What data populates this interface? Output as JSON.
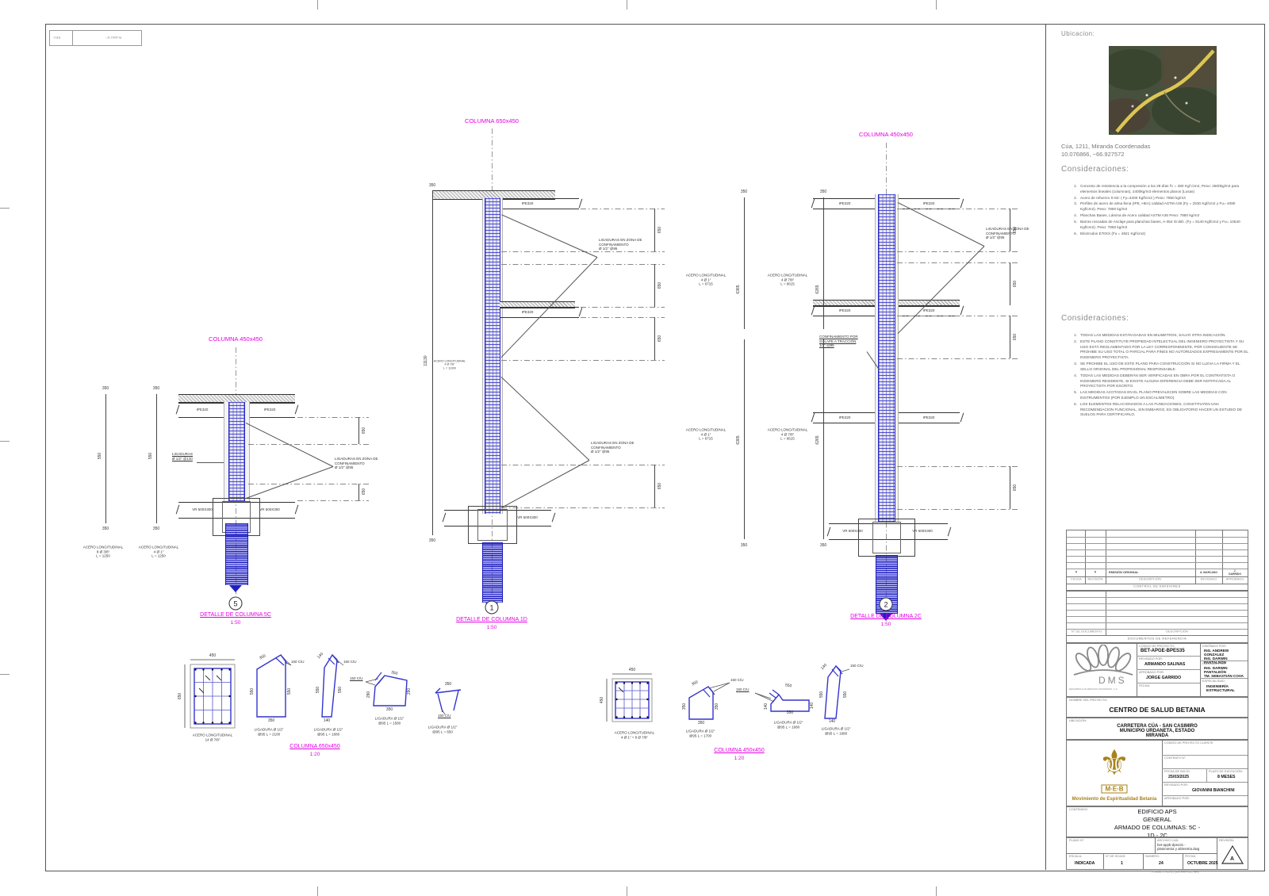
{
  "labels": {
    "ipe320": "IPE320",
    "vr": "VR 500X300",
    "d650": "650",
    "d550": "550",
    "d350": "350",
    "d140": "140",
    "d290": "290",
    "d450": "450",
    "d6365": "6365",
    "d6265": "6265",
    "d11130": "11130",
    "hook": "150 C/U",
    "scale50": "1:50",
    "scale20": "1:20"
  },
  "c5": {
    "title": "COLUMNA 450x450",
    "caption": "DETALLE DE COLUMNA 5C",
    "bubble": "5",
    "acero_a": "ACERO LONGITUDINAL\n8 Ø 3/8\"\nL = 1250",
    "acero_b": "ACERO LONGITUDINAL\n4 Ø 1\"\nL = 1250",
    "ligaduras": "LIGADURAS\nØ 1/2\" @130",
    "confin": "LIGADURAS EN ZONA DE\nCONFINAMIENTO\nØ 1/2\" @95"
  },
  "c1": {
    "title": "COLUMNA 650x450",
    "caption": "DETALLE DE COLUMNA 1D",
    "bubble": "1",
    "acero": "ACERO LONGITUDINAL\n4 Ø 7/8\"\nL = 11000",
    "confin": "LIGADURAS EN ZONA DE\nCONFINAMIENTO\nØ 1/2\" @95"
  },
  "c2": {
    "title": "COLUMNA 450x450",
    "caption": "DETALLE DE COLUMNA 2C",
    "bubble": "2",
    "acero_a": "ACERO LONGITUDINAL\n4 Ø 1\"\nL = 6715",
    "acero_b": "ACERO LONGITUDINAL\n4 Ø 7/8\"\nL = 6615",
    "confin": "LIGADURAS EN ZONA DE\nCONFINAMIENTO\nØ 1/2\" @95",
    "solape": "CONFINAMIENTO POR\nSOLAPE A TRACCIÓN\n1/2\" @95"
  },
  "s650": {
    "title": "COLUMNA 650x450",
    "acero": "ACERO LONGITUDINAL\n14 Ø 7/8\"",
    "lig1": "LIGADURA Ø 1/2\"\n@95 L = 2100",
    "lig2": "LIGADURA Ø 1/2\"\n@95 L = 1680",
    "lig3": "LIGADURA Ø 1/2\"\n@95 L = 1580",
    "lig4": "LIGADURA Ø 1/2\"\n@95 L = 650"
  },
  "s450": {
    "title": "COLUMNA 450x450",
    "acero": "ACERO LONGITUDINAL\n4 Ø 1\" + 8 Ø 7/8\"",
    "lig1": "LIGADURA Ø 1/2\"\n@95 L = 1700",
    "lig2": "LIGADURA Ø 1/2\"\n@95 L = 1680",
    "lig3": "LIGADURA Ø 1/2\"\n@95 L = 1680"
  },
  "panel": {
    "ubicacion_label": "Ubicacion:",
    "address": "Cúa, 1211, Miranda Coordenadas\n10.076866, −66.927572",
    "consid_title": "Consideraciones:",
    "consid1": [
      {
        "n": "1.",
        "t": "Concreto de resistencia a la compresión a los 28 días f'c = 280 Kgf /cm2, Peso: 2500kg/m3 para elementos lineales (columnas), 2400kg/m3 elementos planos (Losas)"
      },
      {
        "n": "2.",
        "t": "Acero de refuerzo S-60: ( Fy=4200 Kgf/cm2.)  Peso: 7850 kg/m3"
      },
      {
        "n": "3.",
        "t": "Perfiles de acero de alma llena (IPE, HEA) calidad ASTM A36 (Fy = 2530 Kgf/cm2 y Fu= 4080 Kgf/cm2). Peso: 7850 kg/m3"
      },
      {
        "n": "4.",
        "t": "Planchas Bases, Lámina de Acero calidad ASTM A36 Peso: 7850 kg/m3"
      },
      {
        "n": "5.",
        "t": "Barras roscadas de Anclaje para planchas bases, A-354 Gr.BD. (Fy = 9140 Kgf/cm2 y Fu= 10540 Kgf/cm2). Peso: 7850 kg/m3"
      },
      {
        "n": "6.",
        "t": "Electrodos E70XX (Fu = 4921 Kgf/cm2)"
      }
    ],
    "consid2": [
      {
        "n": "1.",
        "t": "TODAS LAS MEDIDAS ESTÁN DADAS EN MILIMETROS, SALVO OTRA INDICACIÓN."
      },
      {
        "n": "2.",
        "t": "ESTE PLANO CONSTITUYE PROPIEDAD INTELECTUAL DEL INGENIERO PROYECTISTA Y SU USO ESTÁ REGLAMENTADO POR LA LEY CORRESPONDIENTE, POR CONSIGUIENTE SE PROHIBE SU USO TOTAL O PARCIAL PARA FINES NO AUTORIZADOS EXPRESAMENTE POR EL INGENIERO PROYECTISTA."
      },
      {
        "n": "3.",
        "t": "SE PROHIBE EL USO DE ESTE PLANO PARA CONSTRUCCIÓN SI NO LLEVA LA FIRMA Y EL SELLO ORIGINAL DEL PROFESIONAL RESPONSABLE."
      },
      {
        "n": "4.",
        "t": "TODAS LAS MEDIDAS DEBERÁN SER VERIFICADAS EN OBRA POR EL CONTRATISTA O INGENIERO RESIDENTE, SI EXISTE ALGUNA DIFERENCIA DEBE SER NOTIFICADA AL PROYECTISTA POR ESCRITO."
      },
      {
        "n": "5.",
        "t": "LAS MEDIDAS ACOTADAS EN EL PLANO PREVALECEN SOBRE LAS MEDIDAS CON INSTRUMENTOS (POR EJEMPLO UN ESCALIMETRO)."
      },
      {
        "n": "6.",
        "t": "LOS ELEMENTOS RELACIONADOS A LAS FUNDACIONES, CONSTITUYEN UNA RECOMENDACION FUNCIONAL, SIN EMBARGO, ES OBLIGATORIO HACER UN ESTUDIO DE SUELOS PARA CERTIFICARLO."
      }
    ],
    "em": {
      "f0": "0",
      "r0": "0",
      "d0": "EMISIÓN ORIGINAL",
      "rev0": "A. MARCANO",
      "apr0": "J. GARRIDO",
      "hf": "FECHA",
      "hr": "REVISIÓN",
      "hd": "DESCRIPCIÓN",
      "hrev": "REVISADO",
      "hapr": "APROBADO",
      "title": "CONTROL DE EMISIONES"
    },
    "docs": {
      "hnum": "N° DE DOCUMENTO",
      "hdesc": "DESCRIPCIÓN",
      "title": "DOCUMENTOS DE REFERENCIA"
    },
    "tb": {
      "dms_name": "DMS",
      "dms_sub": "DESARROLLOS MEDICOS SANITARIOS, C.A.",
      "l_codigo": "CODIGO DE PROYECTO:",
      "v_codigo": "BET-APGE-BPES35",
      "l_revisado": "REVISADO POR:",
      "v_revisado": "ARMANDO SALINAS",
      "l_aprobado": "APROBADO POR:",
      "v_aprobado": "JORGE GARRIDO",
      "l_fecha": "FECHA:",
      "l_disenado": "DISEÑADO POR:",
      "v_disenado": "ING. ANDREW GONZALEZ\nING. DARWIN PANTALEÓN",
      "l_dibujado": "DIBUJADO POR:",
      "v_dibujado": "ING. DARWIN PANTALEÓN\nTM. SEBASTIÁN COVA",
      "l_especialidad": "ESPECIALIDAD:",
      "v_especialidad": "INGENIERÍA ESTRUCTURAL",
      "l_nombre": "NOMBRE DEL PROYECTO:",
      "v_nombre": "CENTRO DE SALUD BETANIA",
      "l_ubicacion": "UBICACIÓN:",
      "v_ubicacion": "CARRETERA CÚA - SAN CASIMIRO\nMUNICIPIO URDANETA, ESTADO MIRANDA"
    },
    "meb": {
      "name": "M·E·B",
      "caption": "Movimiento de Espiritualidad Betania",
      "l_cod_cliente": "CODIGO DE PROYECTO CLIENTE:",
      "l_contrato": "CONTRATO N°:",
      "l_fecha_inicio": "FECHA DE INICIO:",
      "v_fecha_inicio": "25/03/2025",
      "l_plazo": "PLAZO DE EJECUCIÓN:",
      "v_plazo": "8 MESES",
      "l_revisado": "REVISADO POR:",
      "v_revisado": "GIOVANNI BIANCHINI",
      "l_aprobado": "APROBADO POR:"
    },
    "cont": {
      "label": "CONTENIDO:",
      "v": "EDIFICIO APS\nGENERAL\nARMADO DE COLUMNAS: 5C - 1D - 2C"
    },
    "bottom": {
      "l_plano": "PLANO N°:",
      "l_archivo": "ARCHIVO CAD:",
      "v_archivo": "bet-appb-dpes31 -\nplanimetria y altimetria.dwg",
      "l_revision": "REVISIÓN:",
      "v_revision": "A",
      "l_escala": "ESCALA:",
      "v_escala": "INDICADA",
      "l_hojas": "N° DE HOJAS:",
      "v_hojas": "1",
      "l_numero": "NUMERO:",
      "v_numero": "24",
      "l_fecha": "FECHA:",
      "v_fecha": "OCTUBRE 2025"
    }
  },
  "sheet": {
    "rev": "REV:",
    "plano": "PLANO N°:",
    "format": "FORMATO ISO A1 (594 mm x 841 mm)"
  }
}
